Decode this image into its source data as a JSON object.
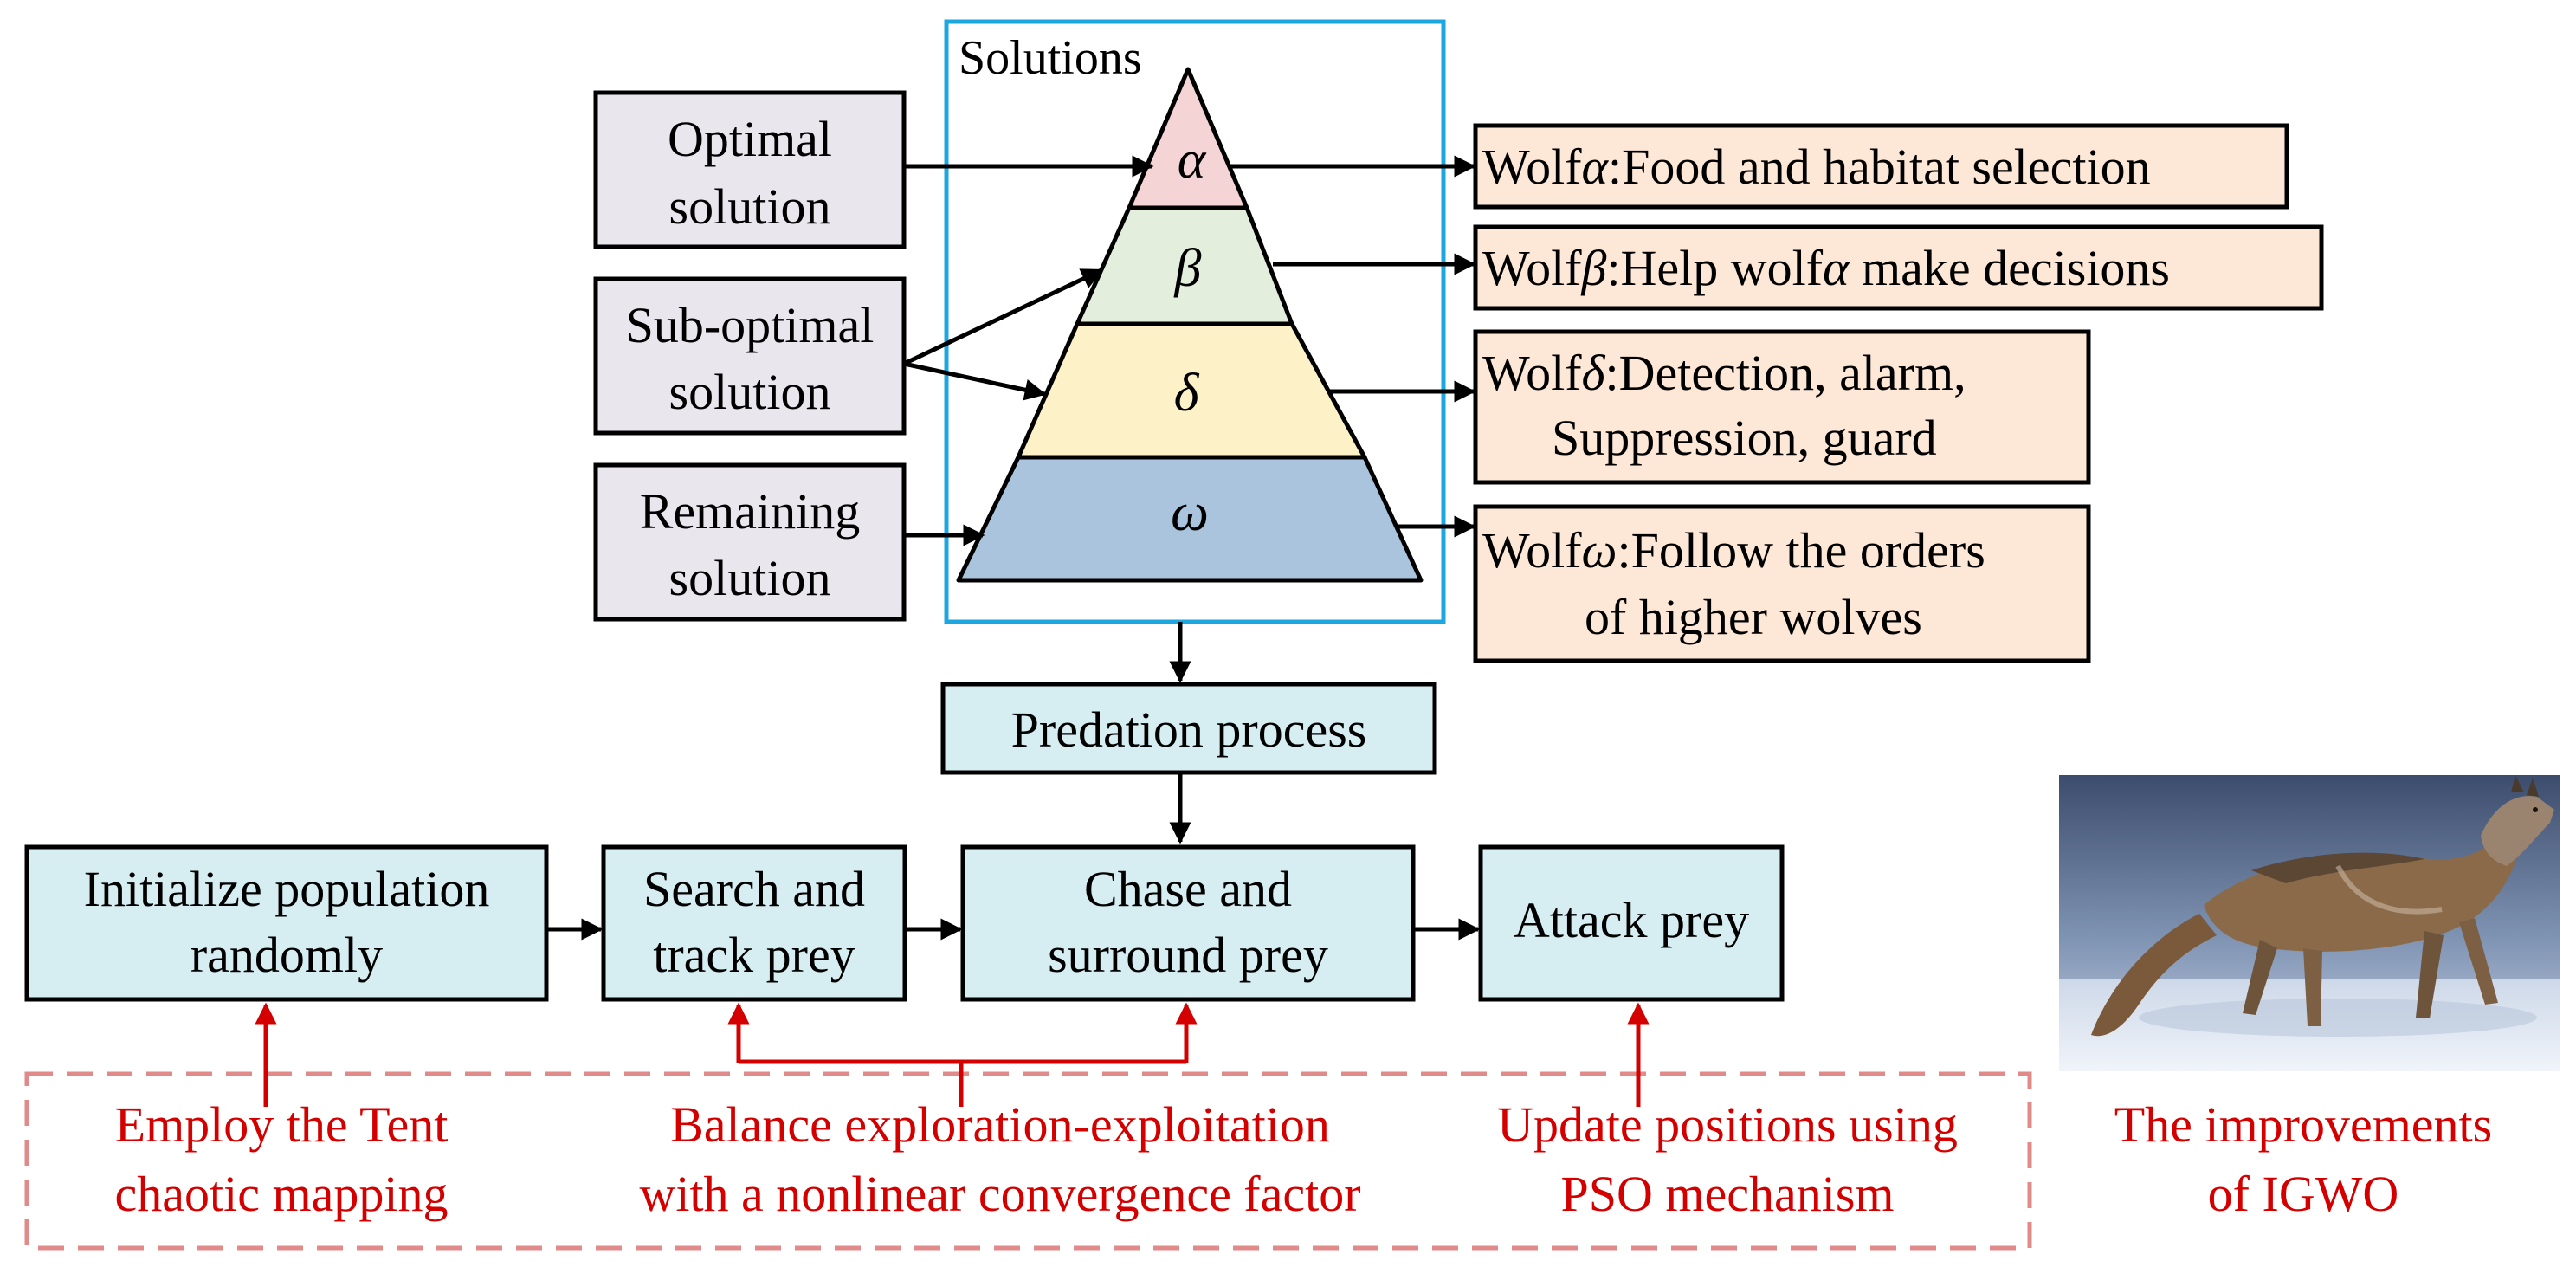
{
  "colors": {
    "box_purple": "#eae6ee",
    "box_blue": "#d6eef2",
    "box_orange": "#fde7d6",
    "layer_alpha": "#f4d4d4",
    "layer_beta": "#e4eedc",
    "layer_delta": "#fdf1c7",
    "layer_omega": "#a9c4dc",
    "frame_blue": "#1da7e0",
    "red": "#d40000",
    "red_dash": "#e08a8a"
  },
  "solutions_title": "Solutions",
  "left_boxes": [
    {
      "lines": [
        "Optimal",
        "solution"
      ]
    },
    {
      "lines": [
        "Sub-optimal",
        "solution"
      ]
    },
    {
      "lines": [
        "Remaining",
        "solution"
      ]
    }
  ],
  "pyramid_layers": [
    {
      "symbol": "α"
    },
    {
      "symbol": "β"
    },
    {
      "symbol": "δ"
    },
    {
      "symbol": "ω"
    }
  ],
  "wolf_boxes": [
    {
      "prefix": "Wolf",
      "symbol": "α",
      "lines": [
        ":Food and habitat selection"
      ]
    },
    {
      "prefix": "Wolf",
      "symbol": "β",
      "line1_mid": ":Help wolf",
      "line1_sym": "α",
      "line1_tail": " make decisions"
    },
    {
      "prefix": "Wolf",
      "symbol": "δ",
      "lines": [
        ":Detection, alarm,",
        "Suppression, guard"
      ]
    },
    {
      "prefix": "Wolf",
      "symbol": "ω",
      "lines": [
        ":Follow the orders",
        "of higher wolves"
      ]
    }
  ],
  "predation_label": "Predation process",
  "process_boxes": [
    {
      "lines": [
        "Initialize population",
        "randomly"
      ]
    },
    {
      "lines": [
        "Search and",
        "track prey"
      ]
    },
    {
      "lines": [
        "Chase and",
        "surround prey"
      ]
    },
    {
      "lines": [
        "Attack prey"
      ]
    }
  ],
  "improvements": [
    {
      "lines": [
        "Employ the Tent",
        "chaotic mapping"
      ]
    },
    {
      "lines": [
        "Balance exploration-exploitation",
        "with a nonlinear convergence factor"
      ]
    },
    {
      "lines": [
        "Update positions using",
        "PSO mechanism"
      ]
    }
  ],
  "caption": {
    "lines": [
      "The improvements",
      "of IGWO"
    ]
  },
  "photo": {
    "icon": "wolf-photo"
  }
}
